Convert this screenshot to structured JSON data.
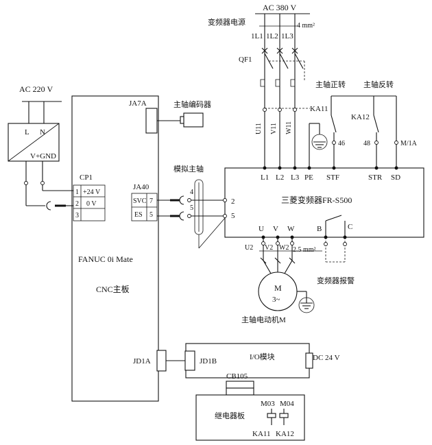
{
  "power": {
    "ac380": "AC 380 V",
    "inverter_supply": "变频器电源",
    "l11": "1L1",
    "l12": "1L2",
    "l13": "1L3",
    "wire_4mm": "4 mm²",
    "qf1": "QF1",
    "u11": "U11",
    "v11": "V11",
    "w11": "W11"
  },
  "psu": {
    "ac220": "AC 220 V",
    "l": "L",
    "n": "N",
    "vgnd": "V+GND"
  },
  "cnc": {
    "cp1": "CP1",
    "cp1_rows": [
      {
        "pin": "1",
        "label": "+24 V"
      },
      {
        "pin": "2",
        "label": "0 V"
      },
      {
        "pin": "3",
        "label": ""
      }
    ],
    "ja7a": "JA7A",
    "ja40": "JA40",
    "svc": "SVC",
    "svc_pin": "7",
    "es": "ES",
    "es_pin": "5",
    "fanuc": "FANUC 0i Mate",
    "board": "CNC主板",
    "jd1a": "JD1A"
  },
  "encoder": "主轴编码器",
  "analog": {
    "title": "模拟主轴",
    "pin4": "4",
    "pin5": "5"
  },
  "vfd": {
    "name": "三菱变频器FR-S500",
    "top_terms": [
      "L1",
      "L2",
      "L3",
      "PE",
      "STF",
      "STR",
      "SD"
    ],
    "in2": "2",
    "in5": "5",
    "out_u": "U",
    "out_v": "V",
    "out_w": "W",
    "b": "B",
    "c": "C",
    "alarm": "变频器报警"
  },
  "relays": {
    "fwd": "主轴正转",
    "rev": "主轴反转",
    "ka11": "KA11",
    "ka12": "KA12",
    "t46": "46",
    "t48": "48",
    "m1a": "M/1A"
  },
  "motor": {
    "u2": "U2",
    "v2": "V2",
    "w2": "W2",
    "wire_25": "2.5 mm²",
    "m": "M",
    "phase": "3~",
    "name": "主轴电动机M"
  },
  "io": {
    "module": "I/O模块",
    "jd1b": "JD1B",
    "dc24": "DC 24 V",
    "cb105": "CB105"
  },
  "relay_board": {
    "name": "继电器板",
    "m03": "M03",
    "m04": "M04",
    "ka11": "KA11",
    "ka12": "KA12"
  }
}
